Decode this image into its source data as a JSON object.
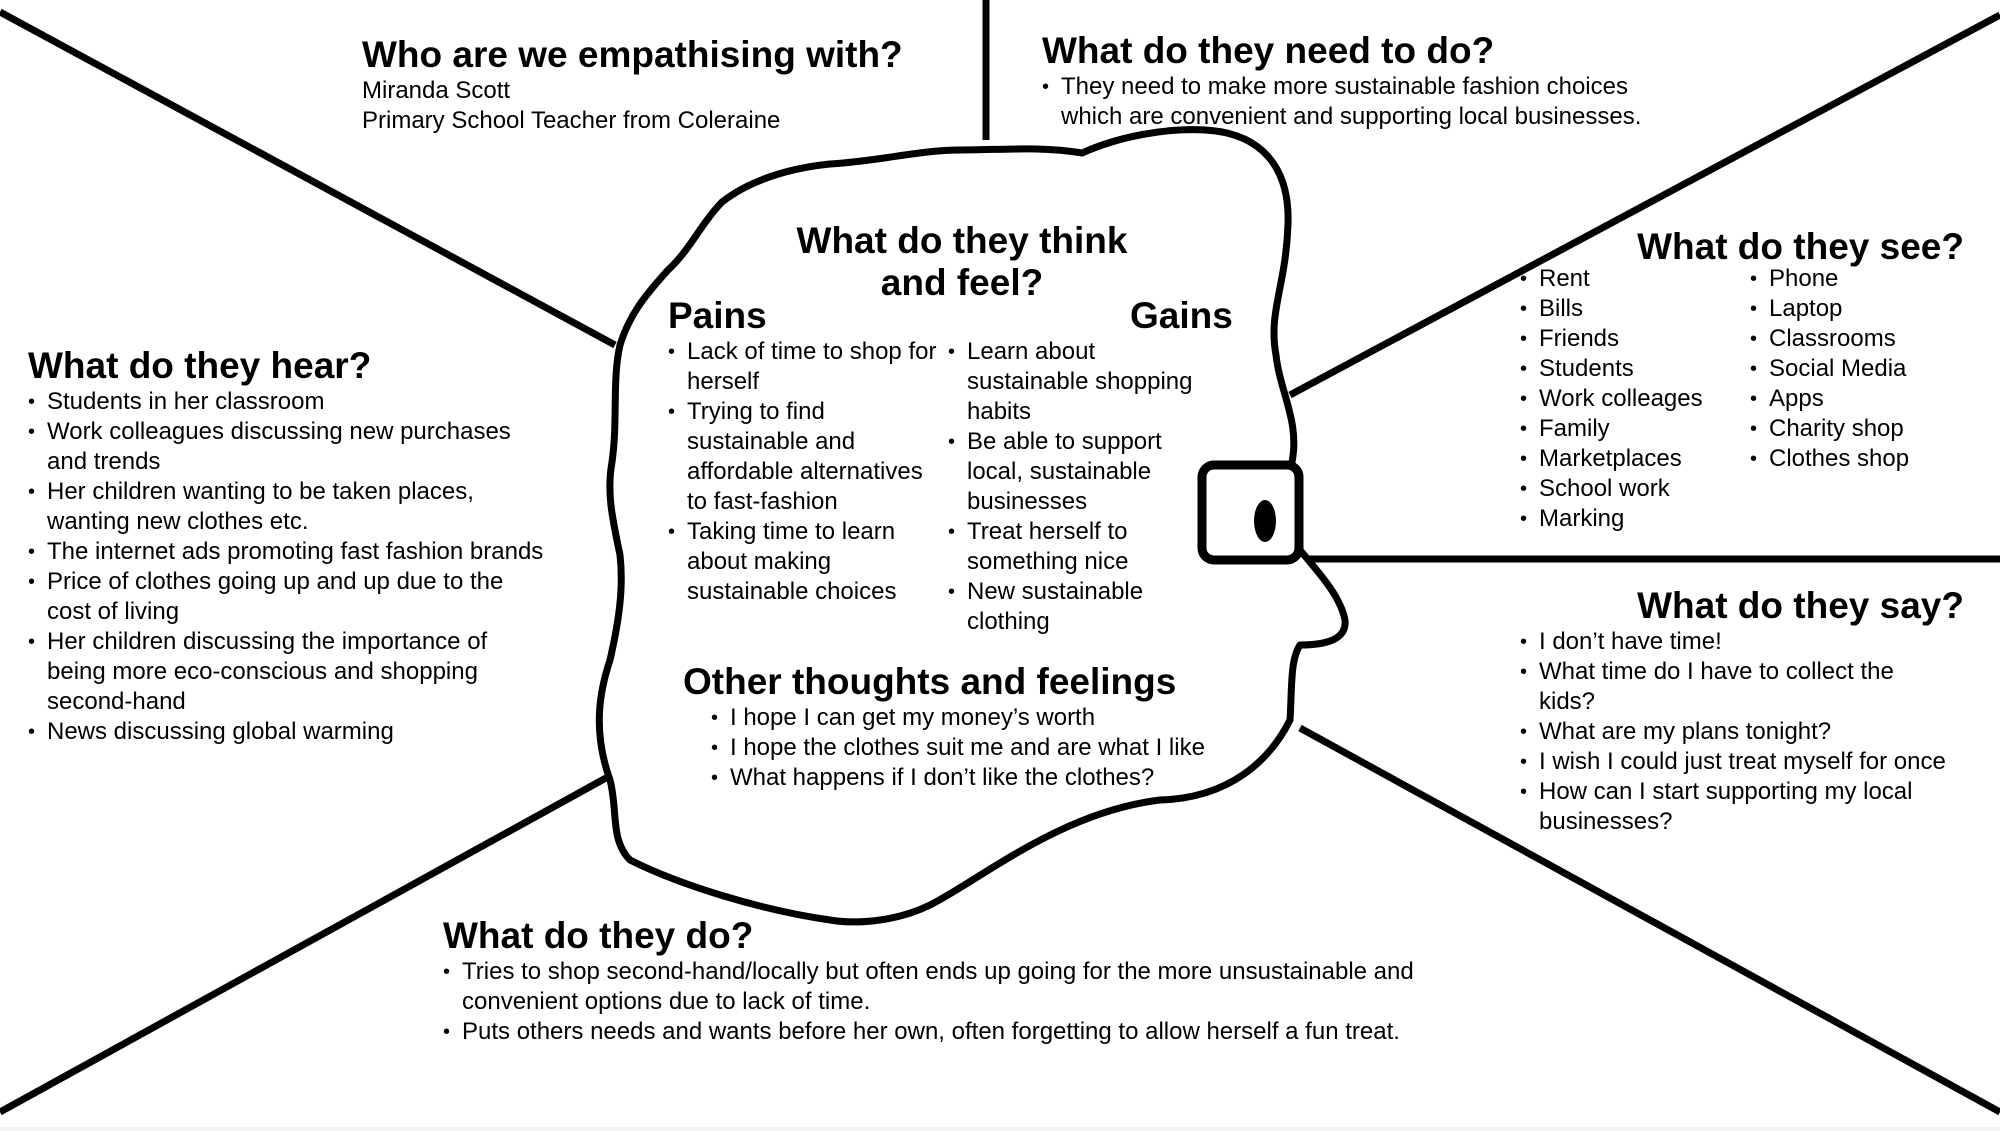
{
  "colors": {
    "line": "#000000",
    "background": "#ffffff"
  },
  "icons": {
    "eye": "eye-icon",
    "head": "head-silhouette"
  },
  "who": {
    "heading": "Who are we empathising with?",
    "name": "Miranda Scott",
    "role": "Primary School Teacher from Coleraine"
  },
  "need": {
    "heading": "What do they need to do?",
    "items": [
      "They need to make more sustainable fashion choices which are convenient and supporting local businesses."
    ]
  },
  "think": {
    "heading_line1": "What do they think",
    "heading_line2": "and feel?",
    "pains": {
      "heading": "Pains",
      "items": [
        "Lack of time to shop for herself",
        "Trying to find sustainable and affordable alternatives to fast-fashion",
        "Taking time to learn about making sustainable choices"
      ]
    },
    "gains": {
      "heading": "Gains",
      "items": [
        "Learn about sustainable shopping habits",
        "Be able to support local, sustainable businesses",
        "Treat herself to something nice",
        "New sustainable clothing"
      ]
    },
    "other": {
      "heading": "Other thoughts and feelings",
      "items": [
        "I hope I can get my money’s worth",
        "I hope the clothes suit me and are what I like",
        "What happens if I don’t like the clothes?"
      ]
    }
  },
  "see": {
    "heading": "What do they see?",
    "col1": [
      "Rent",
      "Bills",
      "Friends",
      "Students",
      "Work colleages",
      "Family",
      "Marketplaces",
      "School work",
      "Marking"
    ],
    "col2": [
      "Phone",
      "Laptop",
      "Classrooms",
      "Social Media",
      "Apps",
      "Charity shop",
      "Clothes shop"
    ]
  },
  "hear": {
    "heading": "What do they hear?",
    "items": [
      "Students in her classroom",
      "Work colleagues discussing new purchases and trends",
      "Her children wanting to be taken places, wanting new clothes etc.",
      "The internet ads promoting fast fashion brands",
      "Price of clothes going up and up due to the cost of living",
      "Her children discussing the importance of being more eco-conscious and shopping second-hand",
      "News discussing global warming"
    ]
  },
  "say": {
    "heading": "What do they say?",
    "items": [
      "I don’t have time!",
      "What time do I have to collect the kids?",
      "What are my plans tonight?",
      "I wish I could just treat myself for once",
      "How can I start supporting my local businesses?"
    ]
  },
  "do": {
    "heading": "What do they do?",
    "items": [
      "Tries to shop second-hand/locally but often ends up going for the more unsustainable and convenient options due to lack of time.",
      "Puts others needs and wants before her own, often forgetting to allow herself a fun treat."
    ]
  }
}
